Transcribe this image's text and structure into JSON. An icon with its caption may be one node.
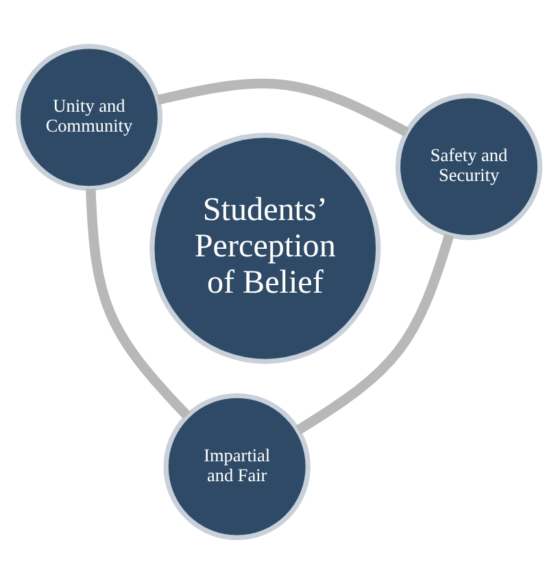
{
  "diagram": {
    "nodes": [
      {
        "text": [
          "Students’ Perception of Belief"
        ]
      },
      {
        "text": [
          "Impartial and Fair"
        ]
      },
      {
        "text": [
          "Safety and Security"
        ]
      },
      {
        "text": [
          "Unity and Community"
        ]
      }
    ],
    "edges": [
      {
        "from": 1,
        "to": 3,
        "arrow": "none"
      },
      {
        "from": 3,
        "to": 2,
        "arrow": "none"
      },
      {
        "from": 2,
        "to": 1,
        "arrow": "none"
      }
    ]
  }
}
